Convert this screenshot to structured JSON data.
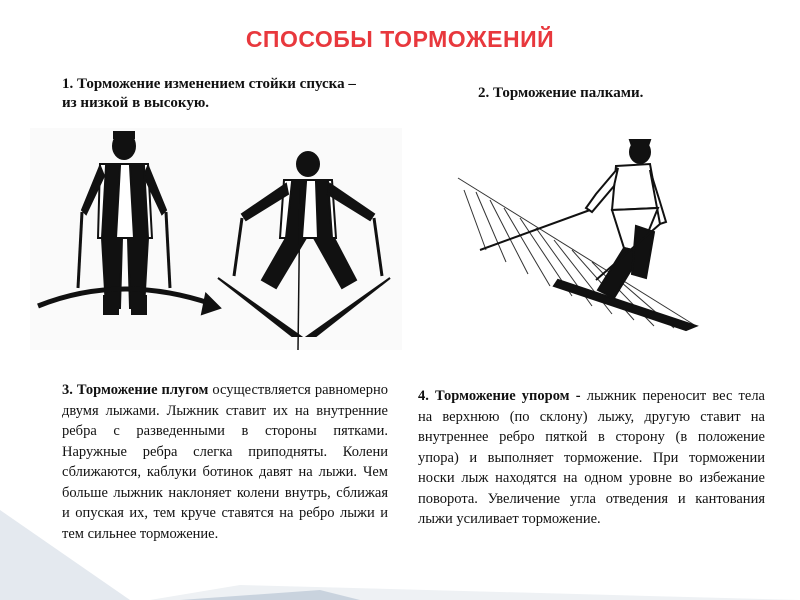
{
  "title": "СПОСОБЫ ТОРМОЖЕНИЙ",
  "caption1": "1. Торможение изменением стойки спуска – из низкой в высокую.",
  "caption2": "2. Торможение палками.",
  "section3": {
    "heading": "3. Торможение плугом",
    "text": " осуществляется равномерно двумя лыжами. Лыжник ставит их на внутренние ребра с разведенными в стороны пятками. Наружные ребра слегка приподняты. Колени сближаются, каблуки ботинок давят на лыжи. Чем больше лыжник наклоняет колени внутрь, сближая и опуская их, тем круче ставятся на ребро лыжи и тем сильнее торможение."
  },
  "section4": {
    "heading": "4. Торможение упором -",
    "text": " лыжник переносит вес тела на верхнюю (по склону) лыжу, другую ставит на внутреннее ребро пяткой в сторону (в положение упора) и выполняет торможение. При торможении носки лыж находятся на одном уровне во избежание поворота. Увеличение угла отведения и кантования лыжи усиливает торможение."
  },
  "colors": {
    "title": "#e8383d",
    "ink": "#111111",
    "corner": "#c9d3de"
  }
}
